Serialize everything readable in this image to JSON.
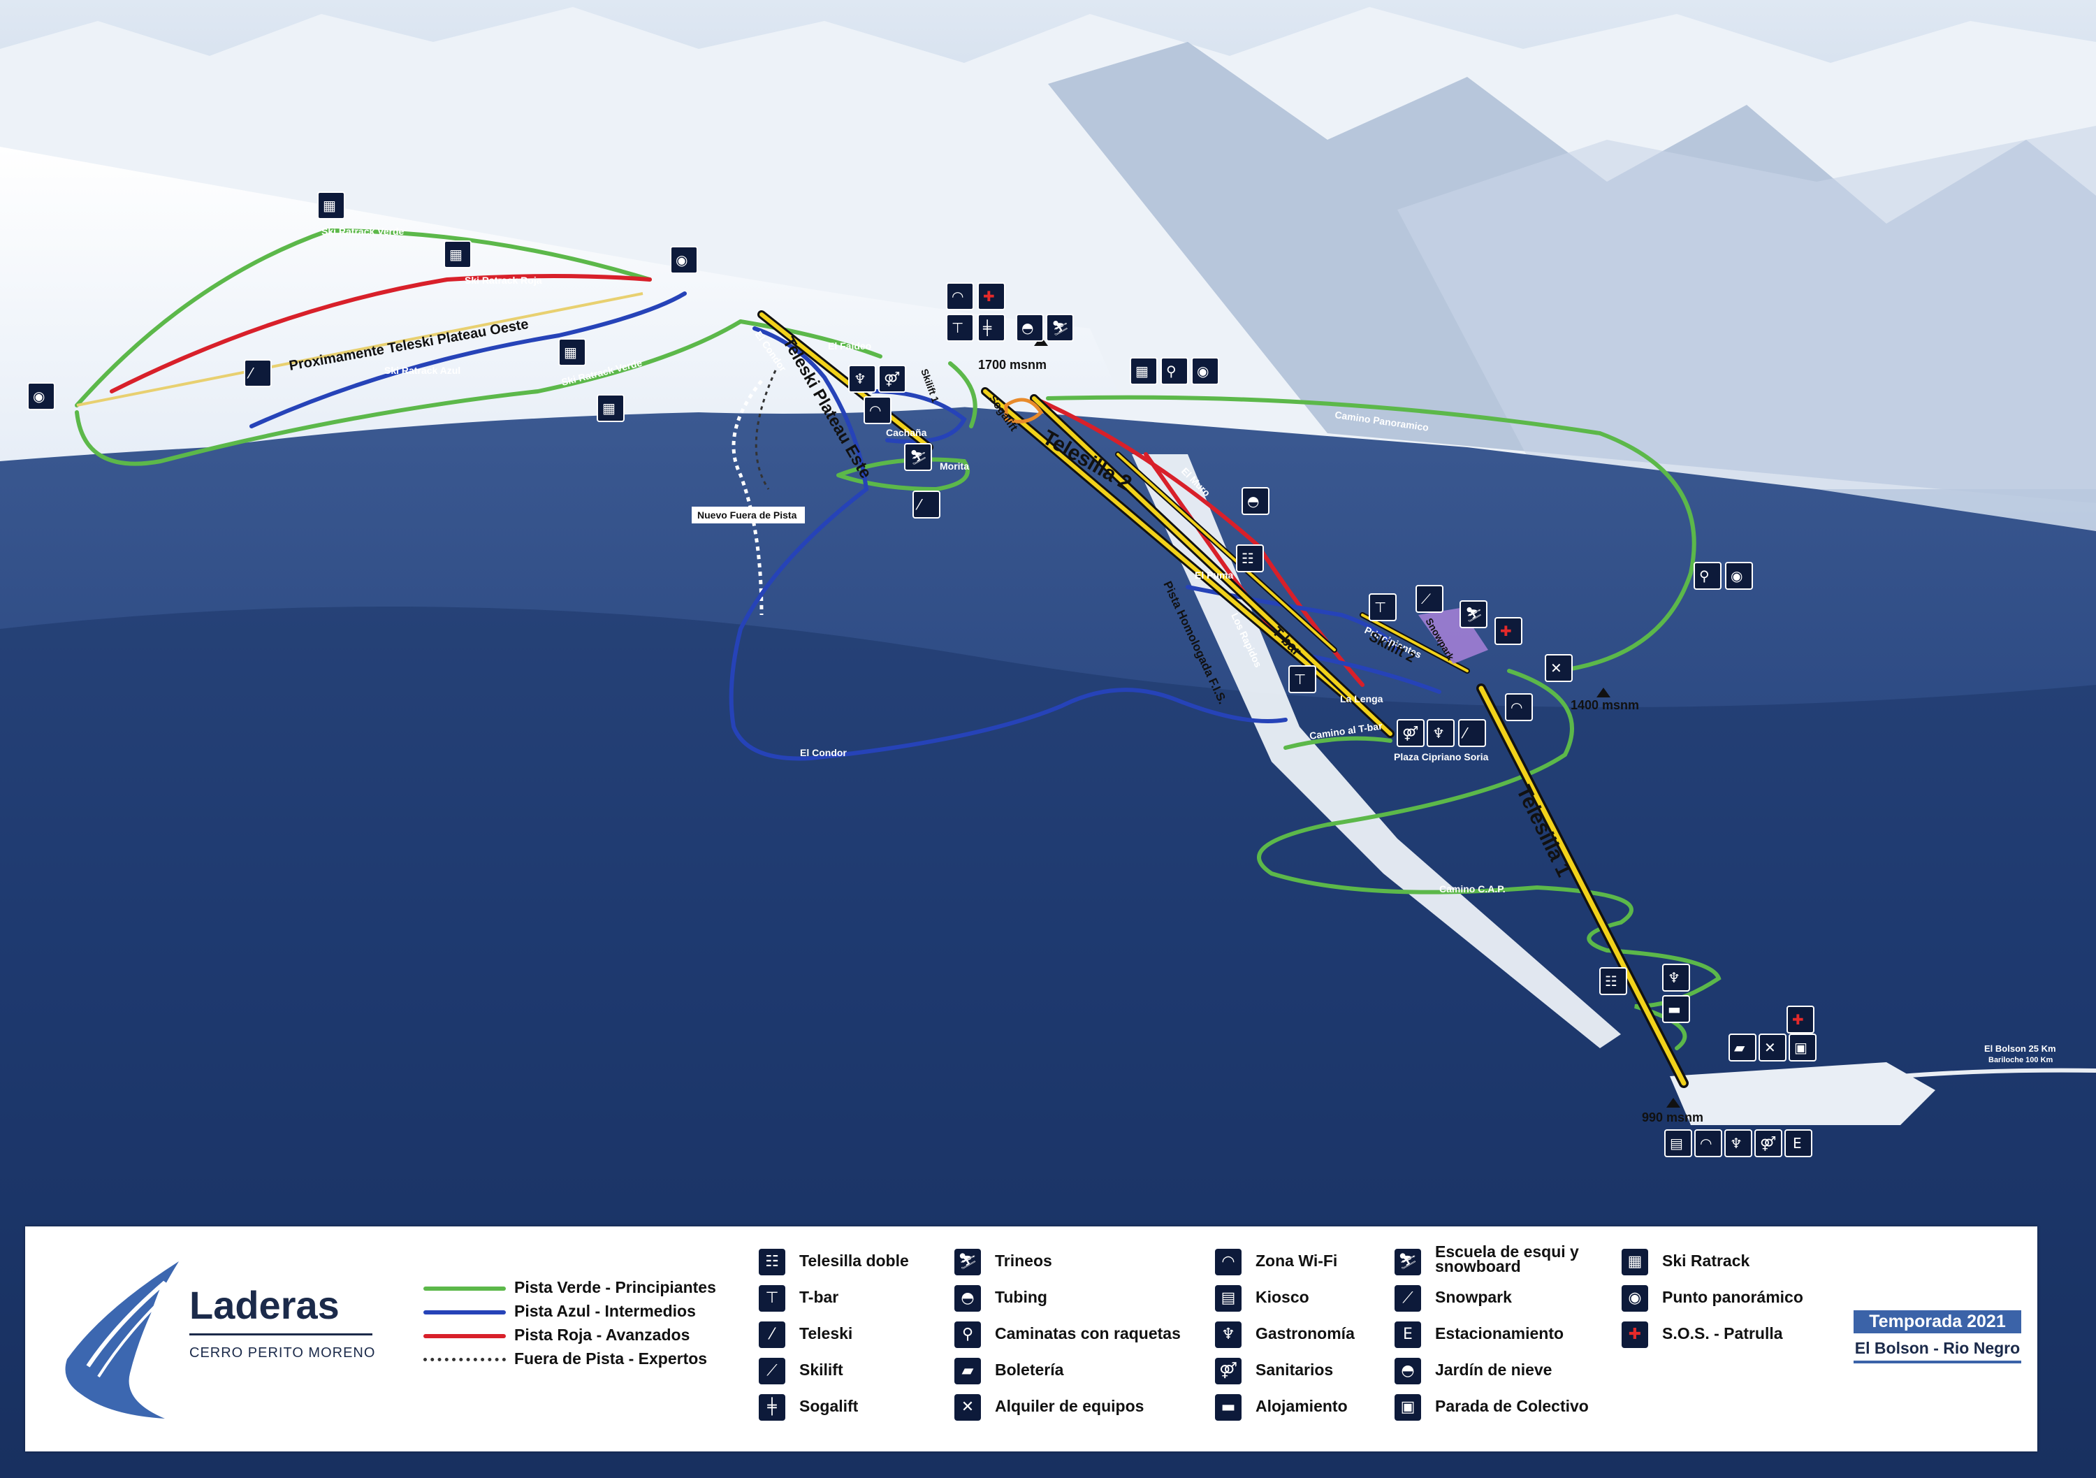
{
  "brand": {
    "name": "Laderas",
    "subtitle": "CERRO PERITO MORENO"
  },
  "season": {
    "label": "Temporada 2021",
    "location": "El Bolson - Rio Negro"
  },
  "trail_legend": [
    {
      "label": "Pista Verde - Principiantes",
      "color": "#5cb84a",
      "style": "solid"
    },
    {
      "label": "Pista Azul - Intermedios",
      "color": "#2643b8",
      "style": "solid"
    },
    {
      "label": "Pista Roja - Avanzados",
      "color": "#d8202a",
      "style": "solid"
    },
    {
      "label": "Fuera de Pista - Expertos",
      "color": "#333333",
      "style": "dotted"
    }
  ],
  "symbols": {
    "col1": [
      {
        "icon": "telesilla-doble-icon",
        "glyph": "☷",
        "label": "Telesilla doble"
      },
      {
        "icon": "t-bar-icon",
        "glyph": "⊤",
        "label": "T-bar"
      },
      {
        "icon": "teleski-icon",
        "glyph": "⁄",
        "label": "Teleski"
      },
      {
        "icon": "skilift-icon",
        "glyph": "⟋",
        "label": "Skilift"
      },
      {
        "icon": "sogalift-icon",
        "glyph": "╪",
        "label": "Sogalift"
      }
    ],
    "col2": [
      {
        "icon": "sled-icon",
        "glyph": "⛷",
        "label": "Trineos"
      },
      {
        "icon": "tubing-icon",
        "glyph": "◓",
        "label": "Tubing"
      },
      {
        "icon": "snowshoe-hiker-icon",
        "glyph": "⚲",
        "label": "Caminatas con raquetas"
      },
      {
        "icon": "ticket-icon",
        "glyph": "▰",
        "label": "Boletería"
      },
      {
        "icon": "ski-rental-icon",
        "glyph": "✕",
        "label": "Alquiler de equipos"
      }
    ],
    "col3": [
      {
        "icon": "wifi-icon",
        "glyph": "◠",
        "label": "Zona Wi-Fi"
      },
      {
        "icon": "kiosk-icon",
        "glyph": "▤",
        "label": "Kiosco"
      },
      {
        "icon": "restaurant-icon",
        "glyph": "♆",
        "label": "Gastronomía"
      },
      {
        "icon": "restroom-icon",
        "glyph": "⚤",
        "label": "Sanitarios"
      },
      {
        "icon": "lodging-icon",
        "glyph": "▬",
        "label": "Alojamiento"
      }
    ],
    "col4": [
      {
        "icon": "ski-school-icon",
        "glyph": "⛷",
        "label": "Escuela de esqui y snowboard"
      },
      {
        "icon": "snowpark-icon",
        "glyph": "⟋",
        "label": "Snowpark"
      },
      {
        "icon": "parking-icon",
        "glyph": "E",
        "label": "Estacionamiento"
      },
      {
        "icon": "snow-garden-icon",
        "glyph": "◓",
        "label": "Jardín de nieve"
      },
      {
        "icon": "bus-stop-icon",
        "glyph": "▣",
        "label": "Parada de Colectivo"
      }
    ],
    "col5": [
      {
        "icon": "ski-ratrack-icon",
        "glyph": "▦",
        "label": "Ski Ratrack"
      },
      {
        "icon": "viewpoint-icon",
        "glyph": "◉",
        "label": "Punto panorámico"
      },
      {
        "icon": "sos-icon",
        "glyph": "✚",
        "label": "S.O.S. - Patrulla",
        "red": true
      }
    ]
  },
  "map": {
    "trails": {
      "ski_ratrack_verde": "Ski Ratrack Verde",
      "ski_ratrack_roja": "Ski Ratrack Roja",
      "ski_ratrack_azul": "Ski Ratrack Azul",
      "ski_ratrack_verde_2": "Ski Ratrack Verde",
      "proximamente": "Proximamente Teleski Plateau Oeste",
      "el_condor_top": "El Condor",
      "el_faldeo": "El Faldeo",
      "cachana": "Cachaña",
      "morita": "Morita",
      "skilift_1": "Skilift 1",
      "nuevo_fuera": "Nuevo Fuera de Pista",
      "el_condor_bottom": "El Condor",
      "camino_panoramico": "Camino Panoramico",
      "el_muro": "El Muro",
      "el_puma": "El Puma",
      "pista_homologada": "Pista Homologada F.I.S.",
      "los_rapidos": "Los Rapidos",
      "snowpark": "Snowpark",
      "principiantes": "Principiantes",
      "la_lenga": "La Lenga",
      "camino_t_bar": "Camino al T-bar",
      "plaza": "Plaza Cipriano Soria",
      "camino_cap": "Camino C.A.P.",
      "el_bolson": "El Bolson 25 Km",
      "bariloche": "Bariloche 100 Km"
    },
    "lifts": {
      "teleski_plateau_este": "Teleski Plateau Este",
      "telesilla_2": "Telesilla 2",
      "telesilla_1": "Telesilla 1",
      "skilift_2": "Skilift 2",
      "tbar": "T-bar",
      "sogalift": "Sogalift"
    },
    "altitudes": {
      "top": "1700 msnm",
      "mid": "1400 msnm",
      "base": "990 msnm"
    }
  }
}
